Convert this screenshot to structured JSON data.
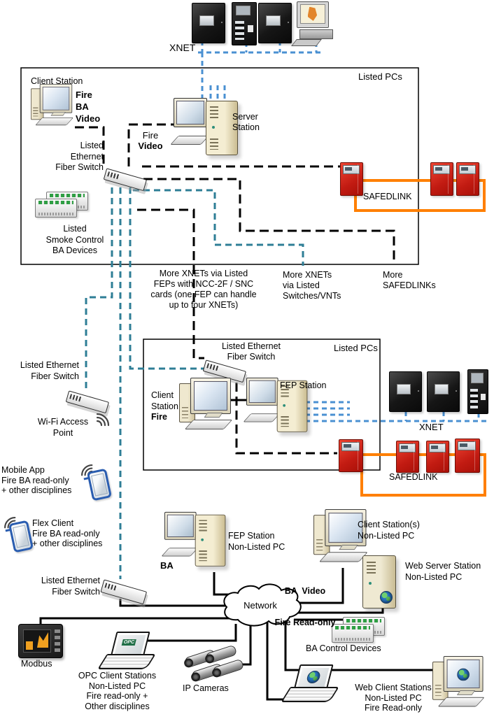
{
  "colors": {
    "xnet_blue": "#4A90D2",
    "fiber_teal": "#2E7E96",
    "safedlink_orange": "#FF7F00",
    "panel_red": "#C92118",
    "line_black": "#000000"
  },
  "top": {
    "xnet_label": "XNET"
  },
  "box1": {
    "title": "Listed PCs",
    "client_label": "Client Station",
    "client_disciplines": [
      "Fire",
      "BA",
      "Video"
    ],
    "server_label": [
      "Server",
      "Station"
    ],
    "server_discipline_regular": "Fire",
    "server_discipline_bold": "Video",
    "switch_label": [
      "Listed",
      "Ethernet",
      "Fiber Switch"
    ],
    "smoke_label": [
      "Listed",
      "Smoke Control",
      "BA Devices"
    ],
    "safedlink_label": "SAFEDLINK"
  },
  "notes": {
    "more_feps": [
      "More XNETs via Listed",
      "FEPs with NCC-2F / SNC",
      "cards (one FEP can handle",
      "up to four XNETs)"
    ],
    "more_switches": [
      "More XNETs",
      "via Listed",
      "Switches/VNTs"
    ],
    "more_safedlinks": [
      "More",
      "SAFEDLINKs"
    ]
  },
  "box2": {
    "title": "Listed PCs",
    "switch_label": [
      "Listed Ethernet",
      "Fiber Switch"
    ],
    "fep_label": "FEP Station",
    "client_label": [
      "Client",
      "Station"
    ],
    "client_discipline_bold": "Fire",
    "xnet_label": "XNET",
    "safedlink_label": "SAFEDLINK"
  },
  "left": {
    "switch_a_label": [
      "Listed Ethernet",
      "Fiber Switch"
    ],
    "wifi_label": [
      "Wi-Fi Access",
      "Point"
    ],
    "mobile_app": [
      "Mobile App",
      "Fire BA read-only",
      "+ other disciplines"
    ],
    "flex_client": [
      "Flex Client",
      "Fire BA read-only",
      "+ other disciplines"
    ],
    "switch_b_label": [
      "Listed Ethernet",
      "Fiber Switch"
    ]
  },
  "bottom": {
    "ba_label": "BA",
    "fep_label": [
      "FEP Station",
      "Non-Listed PC"
    ],
    "client_label": [
      "Client Station(s)",
      "Non-Listed PC"
    ],
    "client_disciplines": [
      "BA  Video",
      "Fire Read-only"
    ],
    "web_server_label": [
      "Web Server Station",
      "Non-Listed PC"
    ],
    "network_label": "Network",
    "modbus_label": "Modbus",
    "opc_label": [
      "OPC Client Stations",
      "Non-Listed PC",
      "Fire read-only +",
      "Other disciplines"
    ],
    "ip_cameras_label": "IP Cameras",
    "ba_control_label": "BA Control Devices",
    "web_client_label": [
      "Web Client Stations",
      "Non-Listed PC",
      "Fire Read-only"
    ]
  },
  "icons": {
    "opc_logo": "OPC"
  }
}
